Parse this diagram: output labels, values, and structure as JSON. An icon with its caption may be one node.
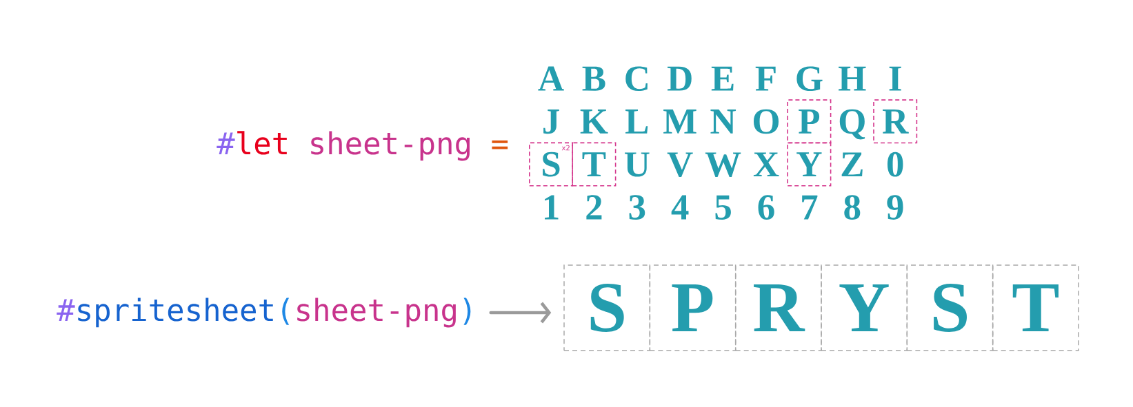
{
  "diagram": {
    "nodes": [
      {
        "text": [
          "P"
        ]
      },
      {
        "text": [
          "R"
        ]
      },
      {
        "text": [
          "S",
          "x2"
        ]
      },
      {
        "text": [
          "T"
        ]
      },
      {
        "text": [
          "Y"
        ]
      },
      {
        "text": [
          "#",
          "spritesheet",
          "(",
          "sheet-png",
          ")"
        ]
      },
      {
        "text": [
          "S"
        ]
      },
      {
        "text": [
          "P"
        ]
      },
      {
        "text": [
          "R"
        ]
      },
      {
        "text": [
          "Y"
        ]
      },
      {
        "text": [
          "S"
        ]
      },
      {
        "text": [
          "T"
        ]
      }
    ],
    "edges": [
      {
        "from": 5,
        "to": 6,
        "arrow": "to"
      }
    ],
    "labels": [
      "#",
      "let",
      "sheet-png",
      "=",
      "A",
      "B",
      "C",
      "D",
      "E",
      "F",
      "G",
      "H",
      "I",
      "J",
      "K",
      "L",
      "M",
      "N",
      "O",
      "Q",
      "U",
      "V",
      "W",
      "X",
      "Z",
      "0",
      "1",
      "2",
      "3",
      "4",
      "5",
      "6",
      "7",
      "8",
      "9"
    ]
  }
}
